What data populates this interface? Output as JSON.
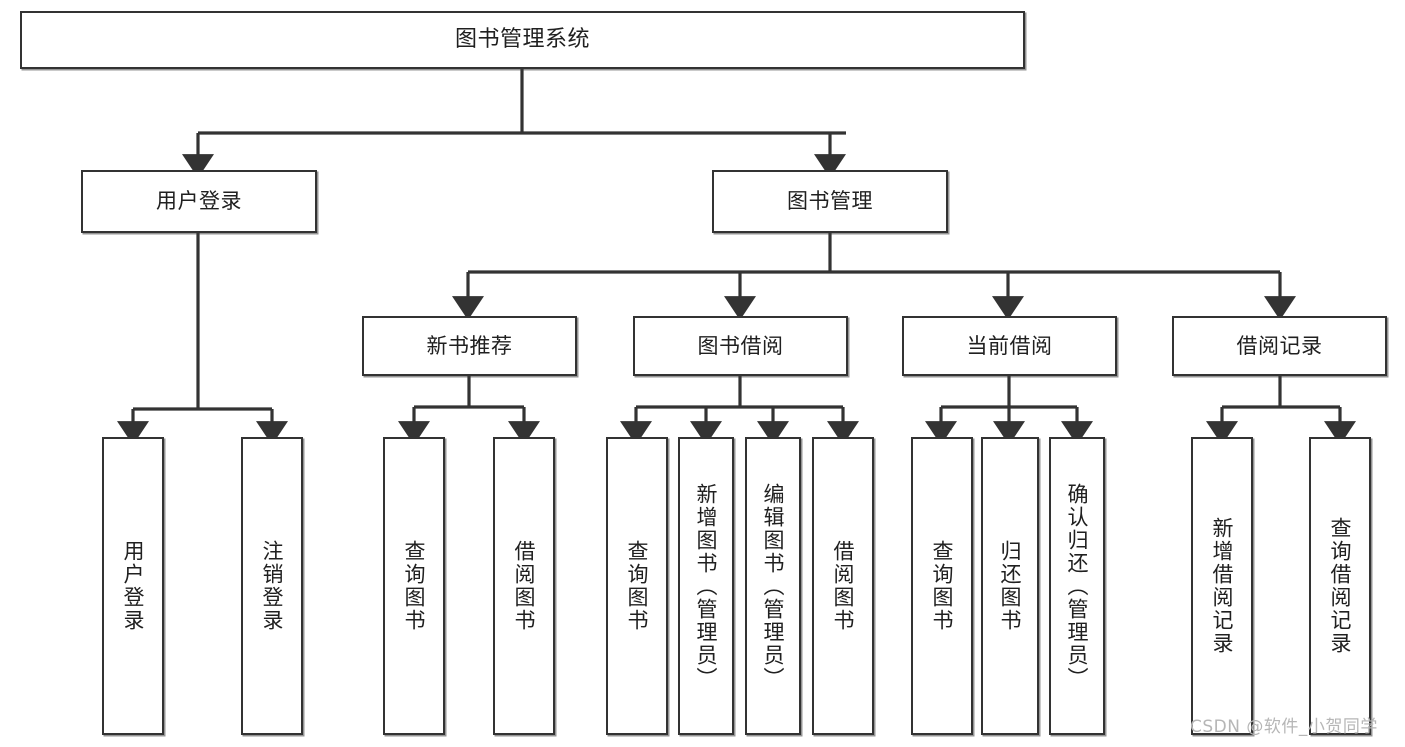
{
  "diagram": {
    "type": "tree",
    "title": "图书管理系统",
    "watermark": "CSDN @软件_小贺同学",
    "colors": {
      "box_border": "#333333",
      "box_fill": "#ffffff",
      "connector": "#333333",
      "text": "#202020",
      "watermark": "#b6b6b6"
    },
    "nodes": {
      "root": {
        "label": "图书管理系统"
      },
      "level2": [
        {
          "label": "用户登录"
        },
        {
          "label": "图书管理"
        }
      ],
      "level3": [
        {
          "label": "新书推荐"
        },
        {
          "label": "图书借阅"
        },
        {
          "label": "当前借阅"
        },
        {
          "label": "借阅记录"
        }
      ],
      "leaves": {
        "user_login": [
          {
            "label": "用户登录"
          },
          {
            "label": "注销登录"
          }
        ],
        "new_book_recommend": [
          {
            "label": "查询图书"
          },
          {
            "label": "借阅图书"
          }
        ],
        "book_borrow": [
          {
            "label": "查询图书"
          },
          {
            "label": "新增图书（管理员）"
          },
          {
            "label": "编辑图书（管理员）"
          },
          {
            "label": "借阅图书"
          }
        ],
        "current_borrow": [
          {
            "label": "查询图书"
          },
          {
            "label": "归还图书"
          },
          {
            "label": "确认归还（管理员）"
          }
        ],
        "borrow_record": [
          {
            "label": "新增借阅记录"
          },
          {
            "label": "查询借阅记录"
          }
        ]
      }
    }
  }
}
